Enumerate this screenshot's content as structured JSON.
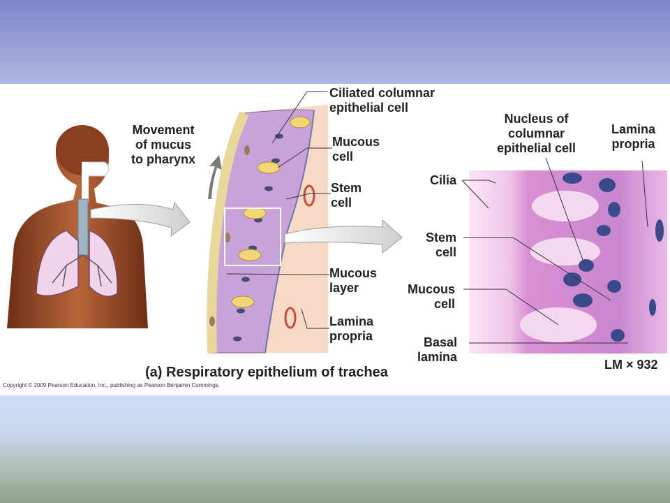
{
  "labels": {
    "movement": "Movement\nof mucus\nto pharynx",
    "ciliated": "Ciliated columnar\nepithelial cell",
    "mucous_cell": "Mucous\ncell",
    "stem_cell": "Stem\ncell",
    "mucous_layer": "Mucous\nlayer",
    "lamina_propria": "Lamina\npropria",
    "nucleus": "Nucleus of\ncolumnar\nepithelial cell",
    "lamina_propria_right": "Lamina\npropria",
    "cilia": "Cilia",
    "stem_cell_right": "Stem\ncell",
    "mucous_cell_right": "Mucous\ncell",
    "basal_lamina": "Basal\nlamina"
  },
  "caption": "(a) Respiratory epithelium of trachea",
  "magnification": "LM × 932",
  "copyright": "Copyright © 2009 Pearson Education, Inc., publishing as Pearson Benjamin Cummings.",
  "colors": {
    "top_band": "#8088c8",
    "bottom_band": "#c9d6ee",
    "skin": "#a0522d",
    "epithelium": "#c9a0d8",
    "lamina": "#f5d9c0",
    "micrograph": "#d78fd0"
  }
}
